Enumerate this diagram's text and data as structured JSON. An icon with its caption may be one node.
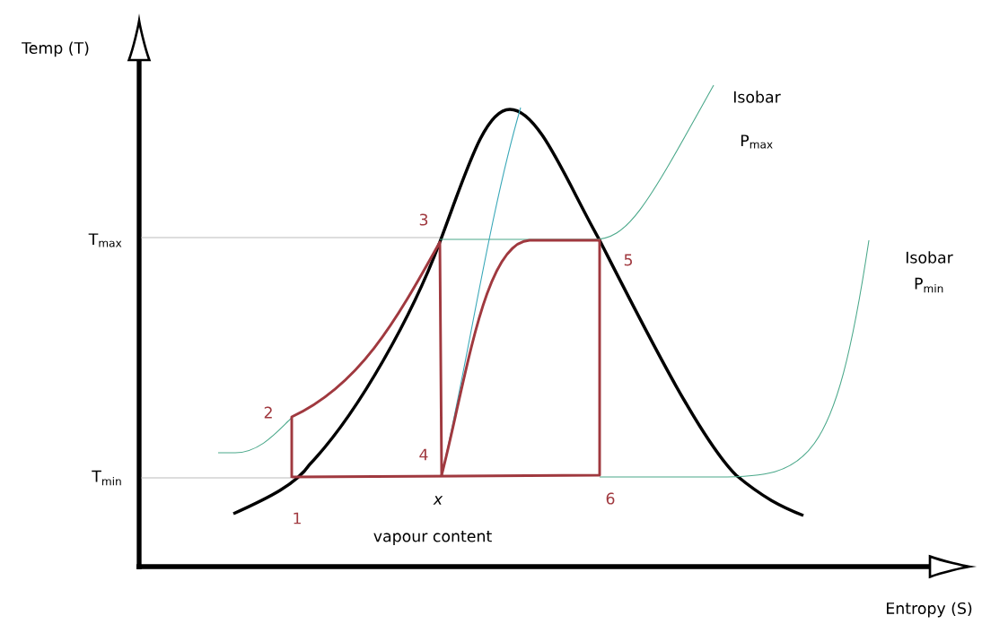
{
  "diagram": {
    "labels": [
      "Temp (T)",
      "Isobar",
      "P$_{max}$",
      "T$_{max}$",
      "3",
      "5",
      "Isobar",
      "P$_{min}$",
      "2",
      "T$_{min}$",
      "4",
      "1",
      "x",
      "6",
      "vapour content",
      "Entropy (S)"
    ]
  }
}
